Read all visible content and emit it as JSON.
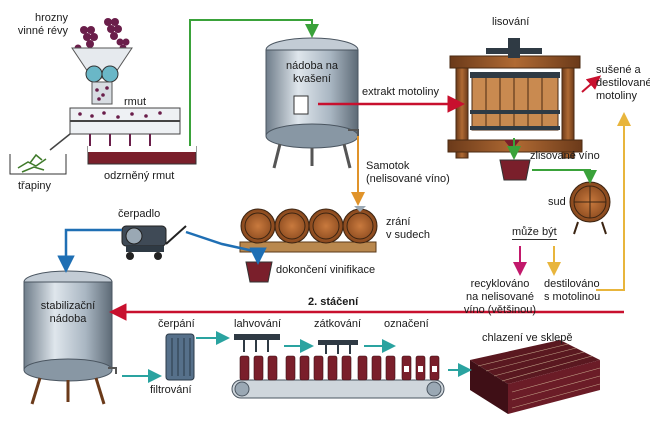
{
  "labels": {
    "grapes": [
      "hrozny",
      "vinné révy"
    ],
    "must": "rmut",
    "stems": "třapiny",
    "drained_must": "odzrněný rmut",
    "fermentation_tank": [
      "nádoba na",
      "kvašení"
    ],
    "pressing": "lisování",
    "dried_pomace": [
      "sušené a",
      "destilované",
      "motoliny"
    ],
    "pomace_extract": "extrakt motoliny",
    "pressed_wine": "zlisované víno",
    "barrel": "sud",
    "free_run": [
      "Samotok",
      "(nelisované víno)"
    ],
    "aging": [
      "zrání",
      "v sudech"
    ],
    "pump": "čerpadlo",
    "finishing": "dokončení vinifikace",
    "can_be": "může být",
    "recycled": [
      "recyklováno",
      "na nelisované",
      "víno (většinou)"
    ],
    "distilled": [
      "destilováno",
      "s motolinou"
    ],
    "second_racking": "2. stáčení",
    "stabilization_tank": [
      "stabilizační",
      "nádoba"
    ],
    "pumping": "čerpání",
    "bottling": "lahvování",
    "corking": "zátkování",
    "labeling": "označení",
    "filtering": "filtrování",
    "cellar_cooling": "chlazení ve sklepě"
  },
  "colors": {
    "green": "#3aa23a",
    "red": "#c8102e",
    "orange": "#e0932a",
    "blue": "#1f6fb4",
    "yellow": "#e8b53c",
    "magenta": "#c2186b",
    "teal": "#2aa3a0",
    "wine": "#7a1f2b",
    "wood": "#a0522d",
    "steel": "#9aa8b4"
  }
}
